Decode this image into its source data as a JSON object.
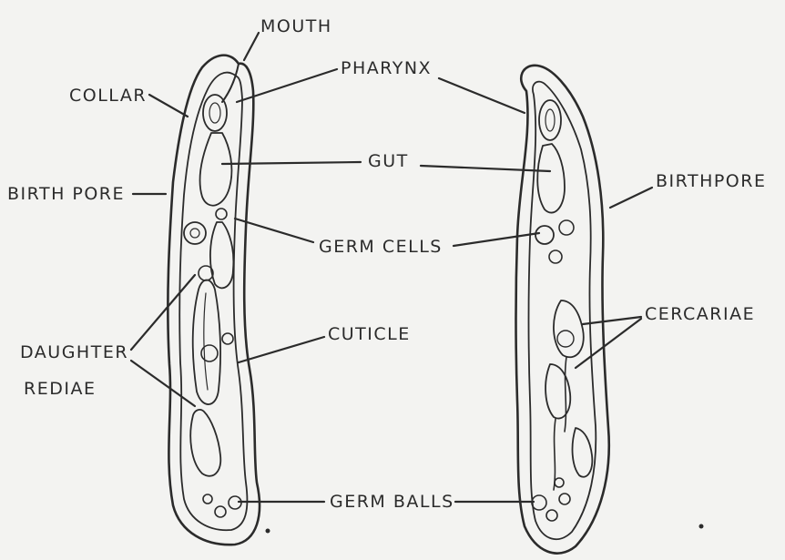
{
  "diagram": {
    "labels": {
      "mouth": "MOUTH",
      "collar": "COLLAR",
      "birth_pore_left": "BIRTH PORE",
      "daughter_rediae_line1": "DAUGHTER",
      "daughter_rediae_line2": "REDIAE",
      "pharynx": "PHARYNX",
      "gut": "GUT",
      "germ_cells": "GERM CELLS",
      "cuticle": "CUTICLE",
      "germ_balls": "GERM BALLS",
      "birth_pore_right": "BIRTHPORE",
      "cercariae": "CERCARIAE"
    },
    "colors": {
      "ink": "#2b2b2b",
      "paper": "#f3f3f1"
    }
  }
}
